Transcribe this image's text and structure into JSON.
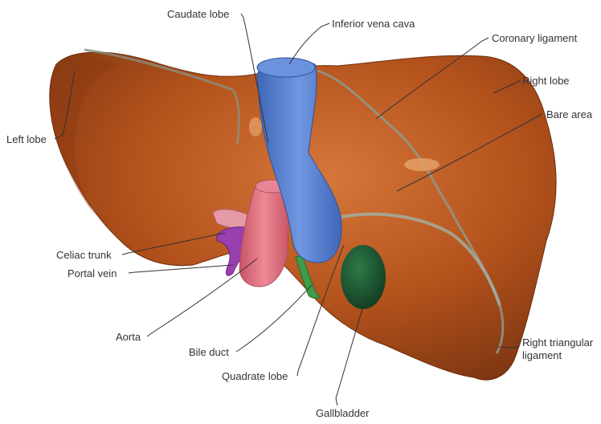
{
  "labels": {
    "caudate_lobe": "Caudate lobe",
    "inferior_vena_cava": "Inferior vena cava",
    "coronary_ligament": "Coronary ligament",
    "right_lobe": "Right lobe",
    "bare_area": "Bare area",
    "left_lobe": "Left lobe",
    "celiac_trunk": "Celiac trunk",
    "portal_vein": "Portal vein",
    "aorta": "Aorta",
    "bile_duct": "Bile duct",
    "quadrate_lobe": "Quadrate lobe",
    "gallbladder": "Gallbladder",
    "right_triangular_ligament_line1": "Right triangular",
    "right_triangular_ligament_line2": "ligament"
  },
  "colors": {
    "liver": "#b5531c",
    "liver_dark": "#7a3210",
    "liver_light": "#cf7438",
    "vena_cava": "#5b86d6",
    "aorta": "#e0717f",
    "portal_vein": "#9a3fb0",
    "celiac_trunk": "#e39aa6",
    "bile_duct": "#3f9a4a",
    "gallbladder": "#1f5a34",
    "ligament": "#9aa39a",
    "bare_area": "#e7a26c"
  }
}
